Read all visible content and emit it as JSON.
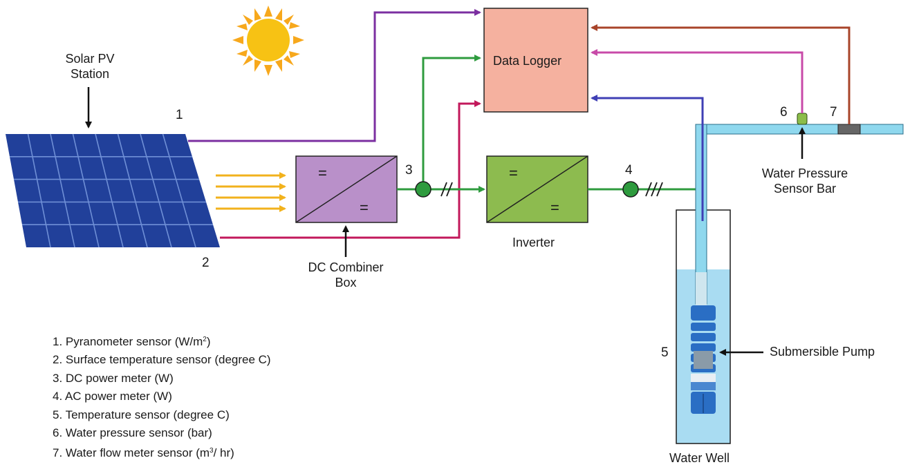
{
  "station": {
    "line1": "Solar PV",
    "line2": "Station"
  },
  "data_logger": {
    "label": "Data Logger"
  },
  "dc_combiner": {
    "line1": "DC Combiner",
    "line2": "Box",
    "symbol_top": "=",
    "symbol_bottom": "="
  },
  "inverter": {
    "label": "Inverter",
    "symbol_top": "=",
    "symbol_bottom": "="
  },
  "water_pressure_sensor_bar": {
    "line1": "Water Pressure",
    "line2": "Sensor Bar"
  },
  "submersible_pump": {
    "label": "Submersible Pump"
  },
  "water_well": {
    "label": "Water Well"
  },
  "numbers": {
    "n1": "1",
    "n2": "2",
    "n3": "3",
    "n4": "4",
    "n5": "5",
    "n6": "6",
    "n7": "7"
  },
  "legend": [
    {
      "prefix": "1. Pyranometer sensor (W/m",
      "sup": "2",
      "suffix": ")"
    },
    {
      "prefix": "2. Surface temperature sensor (degree C)",
      "sup": "",
      "suffix": ""
    },
    {
      "prefix": "3. DC power meter (W)",
      "sup": "",
      "suffix": ""
    },
    {
      "prefix": "4. AC power meter (W)",
      "sup": "",
      "suffix": ""
    },
    {
      "prefix": "5. Temperature sensor (degree C)",
      "sup": "",
      "suffix": ""
    },
    {
      "prefix": "6. Water pressure sensor (bar)",
      "sup": "",
      "suffix": ""
    },
    {
      "prefix": "7. Water flow meter sensor (m",
      "sup": "3",
      "suffix": "/ hr)"
    }
  ],
  "colors": {
    "pyranometer_line": "#7b2fa0",
    "surface_temp_line": "#c2185b",
    "dc_power_line": "#2e9b3e",
    "pump_temp_line": "#3f3fb5",
    "pressure_line": "#c84aa8",
    "flow_line": "#a8442a",
    "data_logger_fill": "#f5b19f",
    "dc_combiner_fill": "#b990c9",
    "inverter_fill": "#8dbb4f",
    "solar_panel": "#21409a",
    "sun": "#f7c214",
    "pipe_water": "#8fd8ee",
    "well_water": "#a9dcf2"
  },
  "icons": [
    "sun-icon",
    "solar-panel-icon",
    "submersible-pump-icon"
  ]
}
